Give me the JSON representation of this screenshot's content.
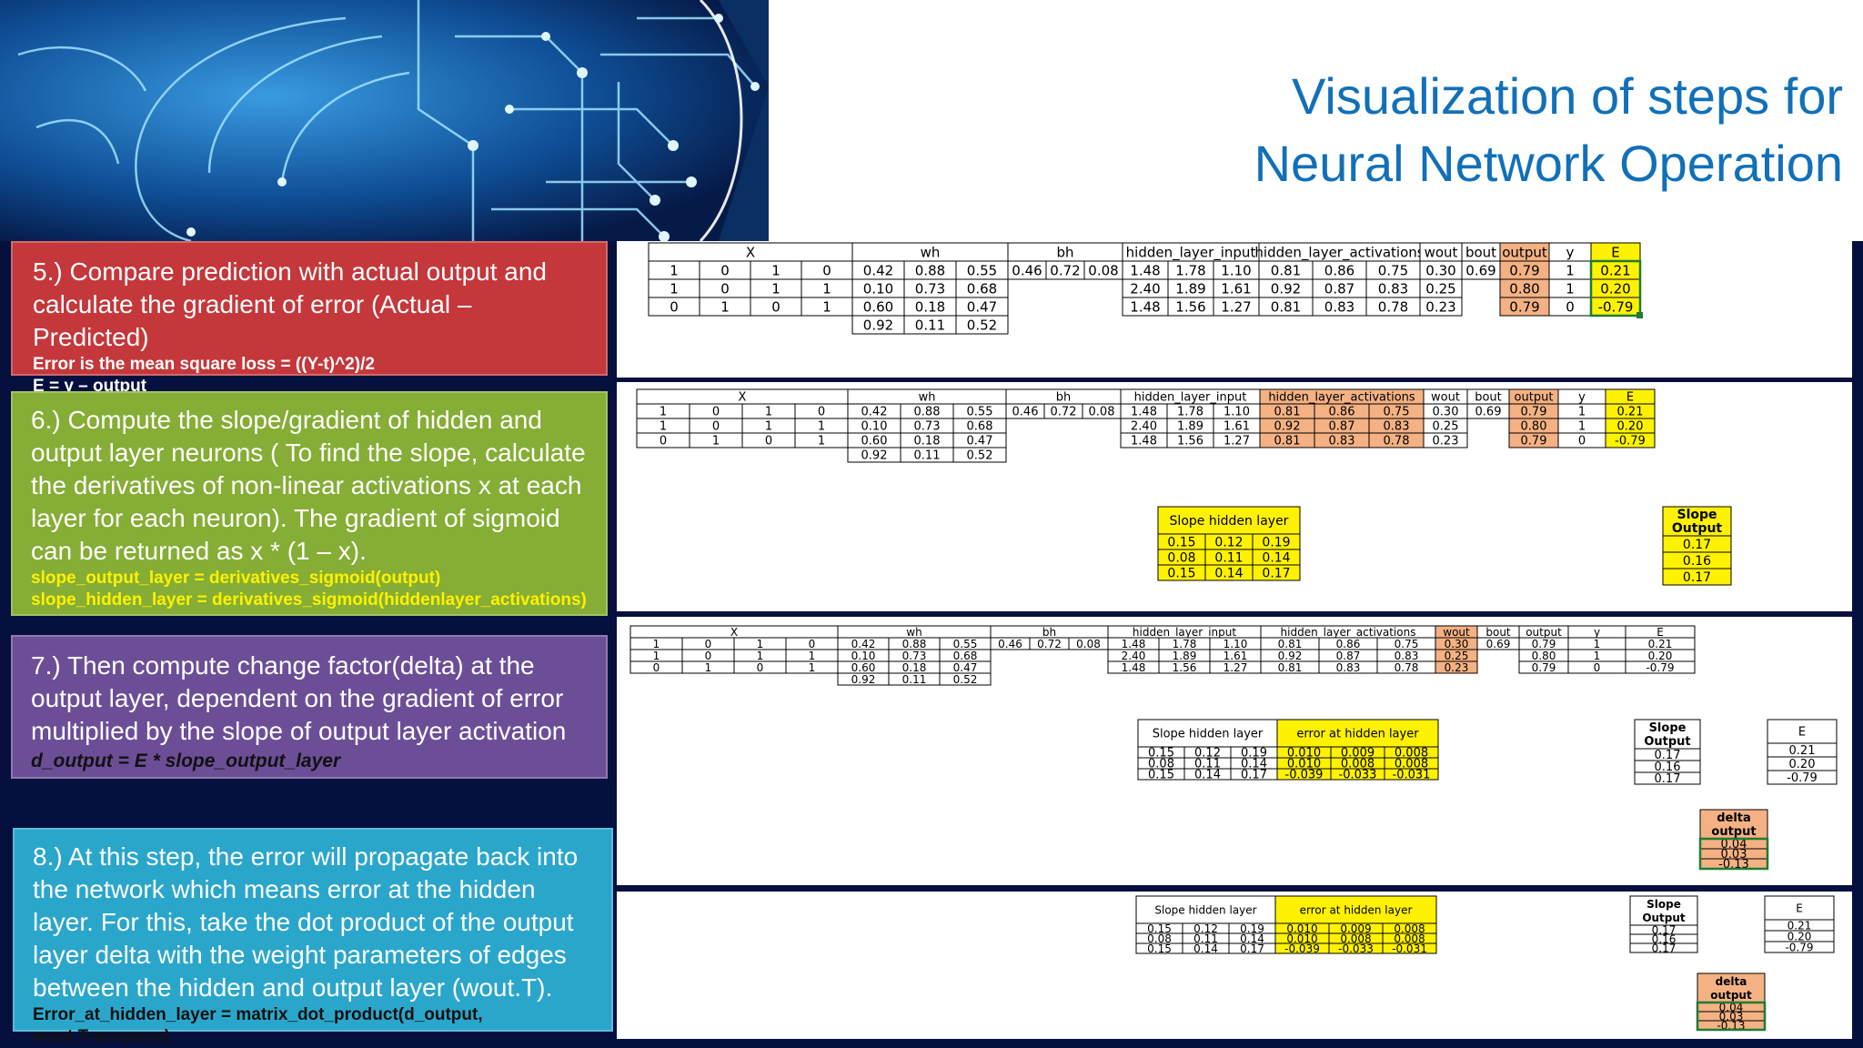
{
  "slide": {
    "title_line1": "Visualization of steps for",
    "title_line2": "Neural Network Operation",
    "colors": {
      "title": "#1170b8",
      "step5": "#c4373a",
      "step6": "#86ad35",
      "step7": "#6c4e97",
      "step8": "#2aa6cb",
      "highlight_yellow": "#fff200",
      "highlight_orange": "#f4b183",
      "background": "#06103f"
    }
  },
  "steps": [
    {
      "text": "5.) Compare prediction with actual output and calculate the gradient of error (Actual – Predicted)",
      "code_lines": [
        "Error is the mean square loss = ((Y-t)^2)/2",
        "E = y – output"
      ]
    },
    {
      "text": "6.) Compute the slope/gradient of hidden and output layer neurons ( To find the slope, calculate the derivatives of non-linear activations x at each layer for each neuron). The gradient of sigmoid can be returned as x * (1 – x).",
      "code_lines": [
        "slope_output_layer = derivatives_sigmoid(output)",
        "slope_hidden_layer = derivatives_sigmoid(hiddenlayer_activations)"
      ]
    },
    {
      "text": "7.) Then compute change factor(delta) at the output layer, dependent on the gradient of error multiplied by the slope of output layer activation",
      "code_lines": [
        "d_output = E * slope_output_layer"
      ]
    },
    {
      "text": "8.) At this step, the error will propagate back into the network which means error at the hidden layer. For this, take the dot product of the output layer delta with the weight parameters of edges between the hidden and output layer (wout.T).",
      "code_lines": [
        "Error_at_hidden_layer = matrix_dot_product(d_output, wout.Transpose)"
      ]
    }
  ],
  "network_table": {
    "groups": [
      {
        "label": "X",
        "rows": [
          [
            "1",
            "0",
            "1",
            "0"
          ],
          [
            "1",
            "0",
            "1",
            "1"
          ],
          [
            "0",
            "1",
            "0",
            "1"
          ]
        ]
      },
      {
        "label": "wh",
        "rows": [
          [
            "0.42",
            "0.88",
            "0.55"
          ],
          [
            "0.10",
            "0.73",
            "0.68"
          ],
          [
            "0.60",
            "0.18",
            "0.47"
          ],
          [
            "0.92",
            "0.11",
            "0.52"
          ]
        ]
      },
      {
        "label": "bh",
        "rows": [
          [
            "0.46",
            "0.72",
            "0.08"
          ]
        ]
      },
      {
        "label": "hidden_layer_input",
        "rows": [
          [
            "1.48",
            "1.78",
            "1.10"
          ],
          [
            "2.40",
            "1.89",
            "1.61"
          ],
          [
            "1.48",
            "1.56",
            "1.27"
          ]
        ]
      },
      {
        "label": "hidden_layer_activations",
        "rows": [
          [
            "0.81",
            "0.86",
            "0.75"
          ],
          [
            "0.92",
            "0.87",
            "0.83"
          ],
          [
            "0.81",
            "0.83",
            "0.78"
          ]
        ]
      },
      {
        "label": "wout",
        "rows": [
          [
            "0.30"
          ],
          [
            "0.25"
          ],
          [
            "0.23"
          ]
        ]
      },
      {
        "label": "bout",
        "rows": [
          [
            "0.69"
          ]
        ]
      },
      {
        "label": "output",
        "rows": [
          [
            "0.79"
          ],
          [
            "0.80"
          ],
          [
            "0.79"
          ]
        ]
      },
      {
        "label": "y",
        "rows": [
          [
            "1"
          ],
          [
            "1"
          ],
          [
            "0"
          ]
        ]
      },
      {
        "label": "E",
        "rows": [
          [
            "0.21"
          ],
          [
            "0.20"
          ],
          [
            "-0.79"
          ]
        ]
      }
    ]
  },
  "slope_hidden": {
    "label": "Slope hidden layer",
    "rows": [
      [
        "0.15",
        "0.12",
        "0.19"
      ],
      [
        "0.08",
        "0.11",
        "0.14"
      ],
      [
        "0.15",
        "0.14",
        "0.17"
      ]
    ]
  },
  "slope_output": {
    "label_line1": "Slope",
    "label_line2": "Output",
    "values": [
      "0.17",
      "0.16",
      "0.17"
    ]
  },
  "error_hidden": {
    "label": "error at hidden layer",
    "rows": [
      [
        "0.010",
        "0.009",
        "0.008"
      ],
      [
        "0.010",
        "0.008",
        "0.008"
      ],
      [
        "-0.039",
        "-0.033",
        "-0.031"
      ]
    ]
  },
  "e_box": {
    "label": "E",
    "values": [
      "0.21",
      "0.20",
      "-0.79"
    ]
  },
  "delta_output": {
    "label_line1": "delta",
    "label_line2": "output",
    "values": [
      "0.04",
      "0.03",
      "-0.13"
    ]
  }
}
